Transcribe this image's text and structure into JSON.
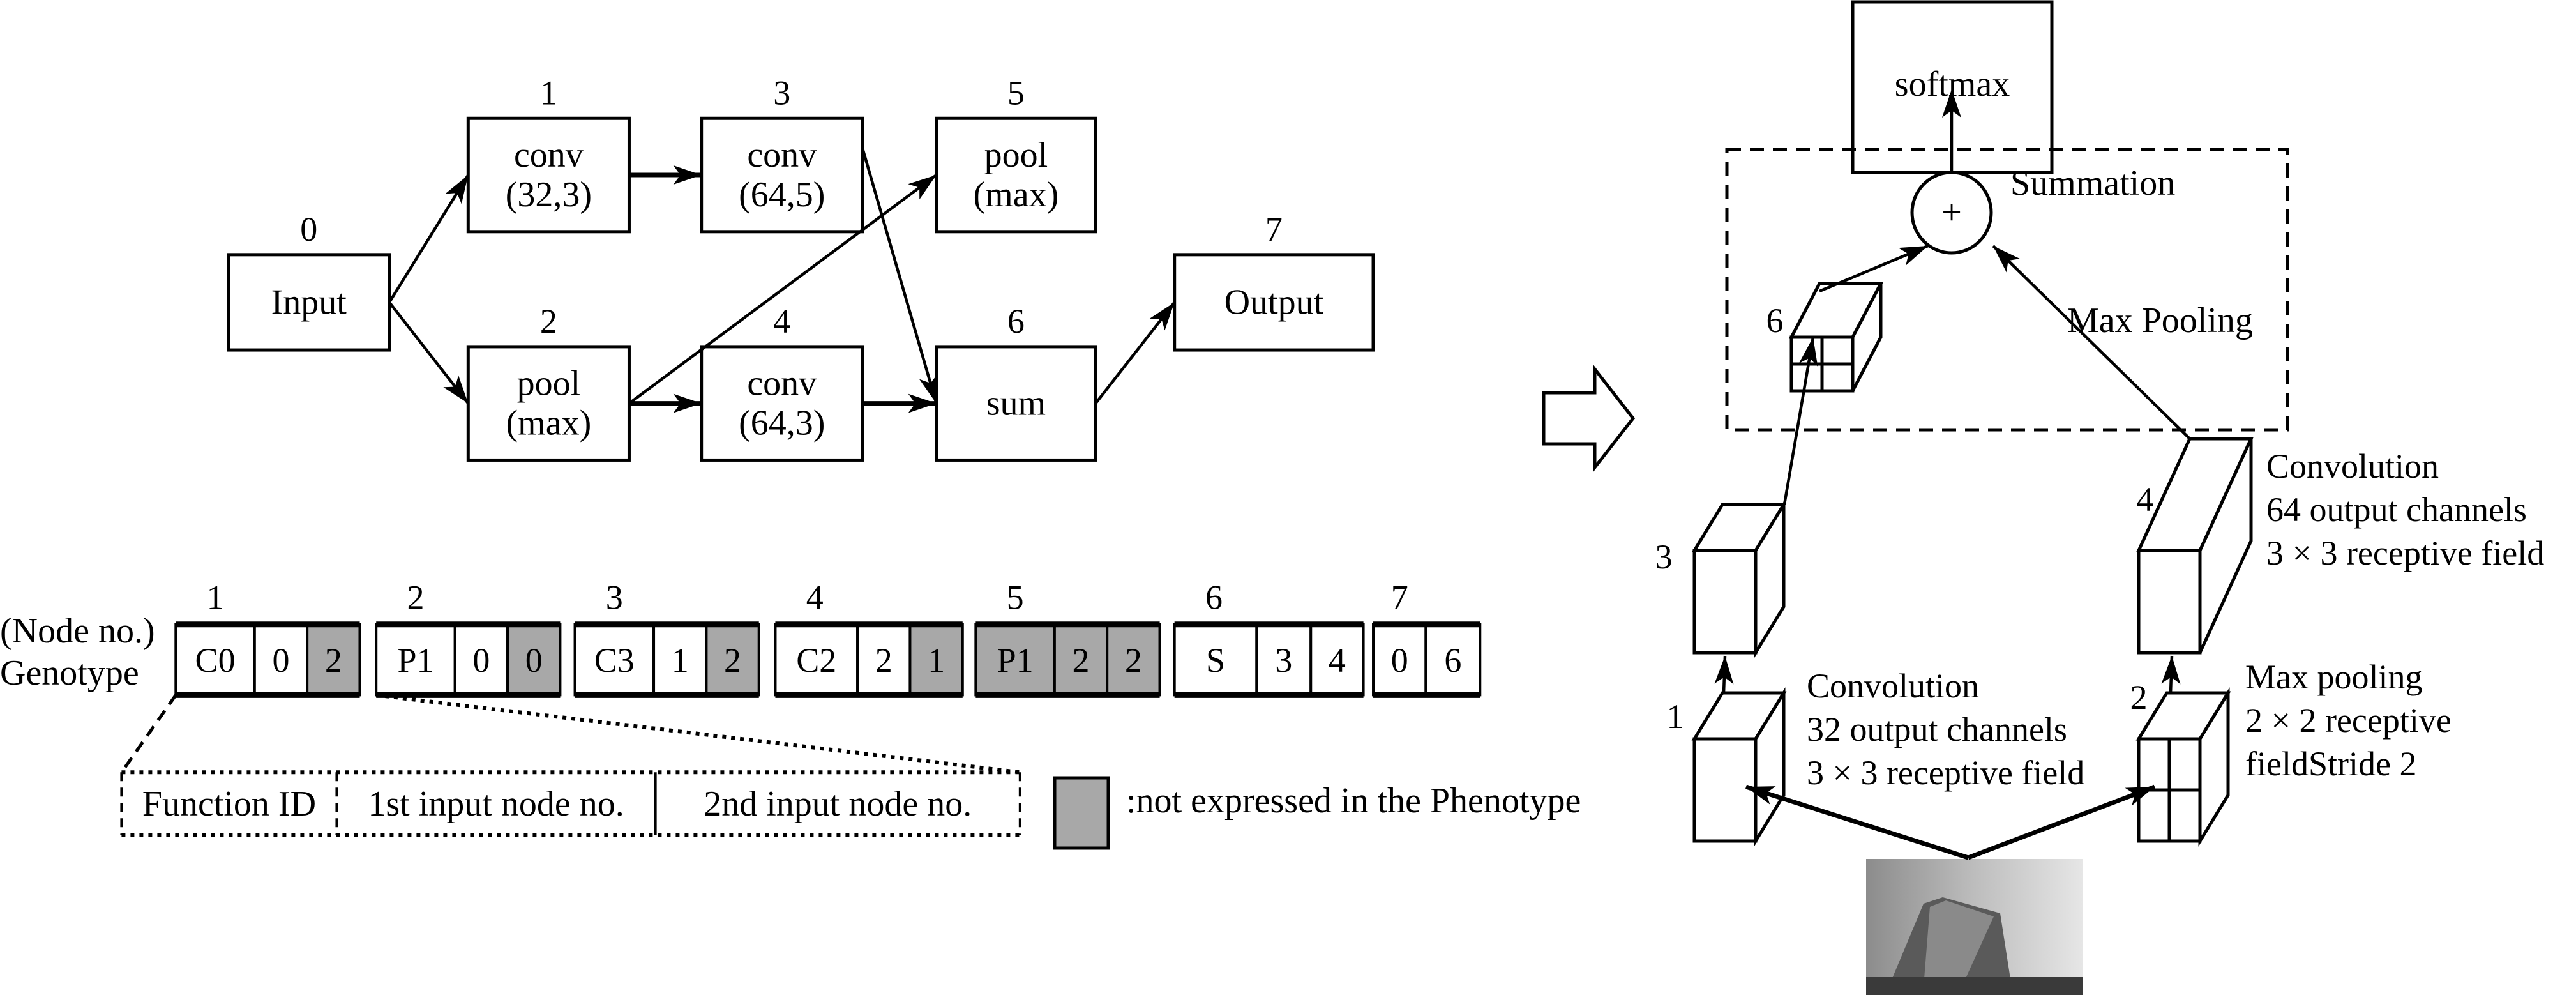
{
  "phenotype_graph": {
    "nodes": [
      {
        "no": "0",
        "label": [
          "Input"
        ]
      },
      {
        "no": "1",
        "label": [
          "conv",
          "(32,3)"
        ]
      },
      {
        "no": "2",
        "label": [
          "pool",
          "(max)"
        ]
      },
      {
        "no": "3",
        "label": [
          "conv",
          "(64,5)"
        ]
      },
      {
        "no": "4",
        "label": [
          "conv",
          "(64,3)"
        ]
      },
      {
        "no": "5",
        "label": [
          "pool",
          "(max)"
        ]
      },
      {
        "no": "6",
        "label": [
          "sum"
        ]
      },
      {
        "no": "7",
        "label": [
          "Output"
        ]
      }
    ],
    "edges": [
      [
        "0",
        "1"
      ],
      [
        "0",
        "2"
      ],
      [
        "1",
        "3"
      ],
      [
        "2",
        "4"
      ],
      [
        "2",
        "5"
      ],
      [
        "3",
        "6"
      ],
      [
        "4",
        "6"
      ],
      [
        "6",
        "7"
      ]
    ]
  },
  "genotype": {
    "row_label_top": "(Node no.)",
    "row_label_bottom": "Genotype",
    "genes": [
      {
        "no": "1",
        "cells": [
          {
            "v": "C0",
            "expressed": true
          },
          {
            "v": "0",
            "expressed": true
          },
          {
            "v": "2",
            "expressed": false
          }
        ]
      },
      {
        "no": "2",
        "cells": [
          {
            "v": "P1",
            "expressed": true
          },
          {
            "v": "0",
            "expressed": true
          },
          {
            "v": "0",
            "expressed": false
          }
        ]
      },
      {
        "no": "3",
        "cells": [
          {
            "v": "C3",
            "expressed": true
          },
          {
            "v": "1",
            "expressed": true
          },
          {
            "v": "2",
            "expressed": false
          }
        ]
      },
      {
        "no": "4",
        "cells": [
          {
            "v": "C2",
            "expressed": true
          },
          {
            "v": "2",
            "expressed": true
          },
          {
            "v": "1",
            "expressed": false
          }
        ]
      },
      {
        "no": "5",
        "cells": [
          {
            "v": "P1",
            "expressed": false
          },
          {
            "v": "2",
            "expressed": false
          },
          {
            "v": "2",
            "expressed": false
          }
        ]
      },
      {
        "no": "6",
        "cells": [
          {
            "v": "S",
            "expressed": true
          },
          {
            "v": "3",
            "expressed": true
          },
          {
            "v": "4",
            "expressed": true
          }
        ]
      },
      {
        "no": "7",
        "cells": [
          {
            "v": "0",
            "expressed": true
          },
          {
            "v": "6",
            "expressed": true
          }
        ]
      }
    ],
    "detail_fields": [
      "Function ID",
      "1st input node no.",
      "2nd input node no."
    ],
    "legend_text": ":not expressed in the Phenotype"
  },
  "network": {
    "softmax_label": "softmax",
    "summation_label": "Summation",
    "plus_symbol": "+",
    "max_pooling_label": "Max Pooling",
    "layers": {
      "n1": {
        "no": "1",
        "desc": [
          "Convolution",
          "32 output channels",
          "3 × 3 receptive field"
        ]
      },
      "n2": {
        "no": "2",
        "desc": [
          "Max pooling",
          "2 × 2 receptive",
          "fieldStride 2"
        ]
      },
      "n3": {
        "no": "3"
      },
      "n4": {
        "no": "4",
        "desc": [
          "Convolution",
          "64 output channels",
          "3 × 3 receptive field"
        ]
      },
      "n6": {
        "no": "6"
      }
    }
  },
  "colors": {
    "not_expressed": "#a8a8a8",
    "stroke": "#000000",
    "background": "#ffffff"
  }
}
